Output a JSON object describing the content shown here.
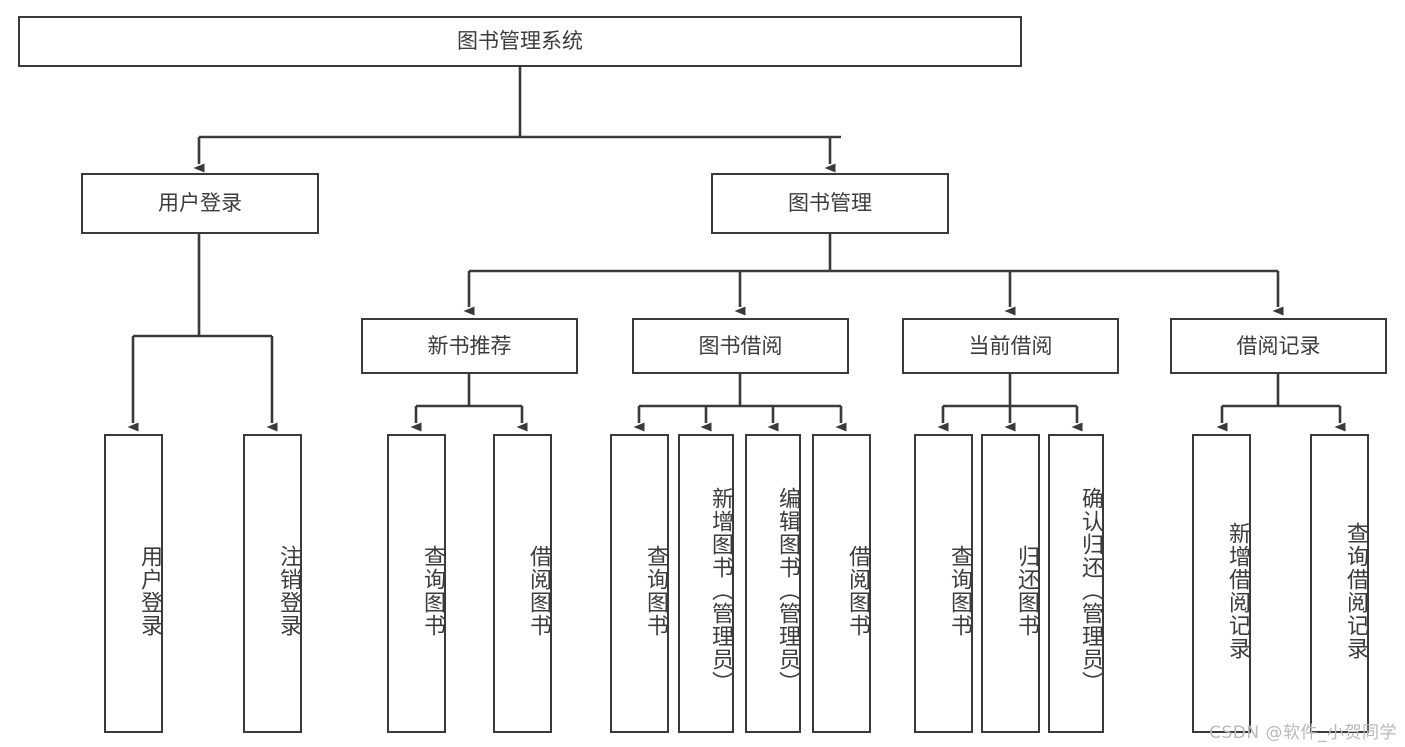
{
  "diagram": {
    "title": "图书管理系统",
    "watermark": "CSDN @软件_小贺同学",
    "line_color": "#3a3a3a",
    "box_border_color": "#3a3a3a",
    "text_color": "#3c3c3c",
    "background": "#ffffff",
    "root": {
      "label": "图书管理系统"
    },
    "level2": [
      {
        "label": "用户登录"
      },
      {
        "label": "图书管理"
      }
    ],
    "level3": [
      {
        "label": "新书推荐"
      },
      {
        "label": "图书借阅"
      },
      {
        "label": "当前借阅"
      },
      {
        "label": "借阅记录"
      }
    ],
    "leaves": [
      {
        "label": "用户登录",
        "parent": "用户登录"
      },
      {
        "label": "注销登录",
        "parent": "用户登录"
      },
      {
        "label": "查询图书",
        "parent": "新书推荐"
      },
      {
        "label": "借阅图书",
        "parent": "新书推荐"
      },
      {
        "label": "查询图书",
        "parent": "图书借阅"
      },
      {
        "label": "新增图书（管理员）",
        "parent": "图书借阅"
      },
      {
        "label": "编辑图书（管理员）",
        "parent": "图书借阅"
      },
      {
        "label": "借阅图书",
        "parent": "图书借阅"
      },
      {
        "label": "查询图书",
        "parent": "当前借阅"
      },
      {
        "label": "归还图书",
        "parent": "当前借阅"
      },
      {
        "label": "确认归还（管理员）",
        "parent": "当前借阅"
      },
      {
        "label": "新增借阅记录",
        "parent": "借阅记录"
      },
      {
        "label": "查询借阅记录",
        "parent": "借阅记录"
      }
    ]
  }
}
